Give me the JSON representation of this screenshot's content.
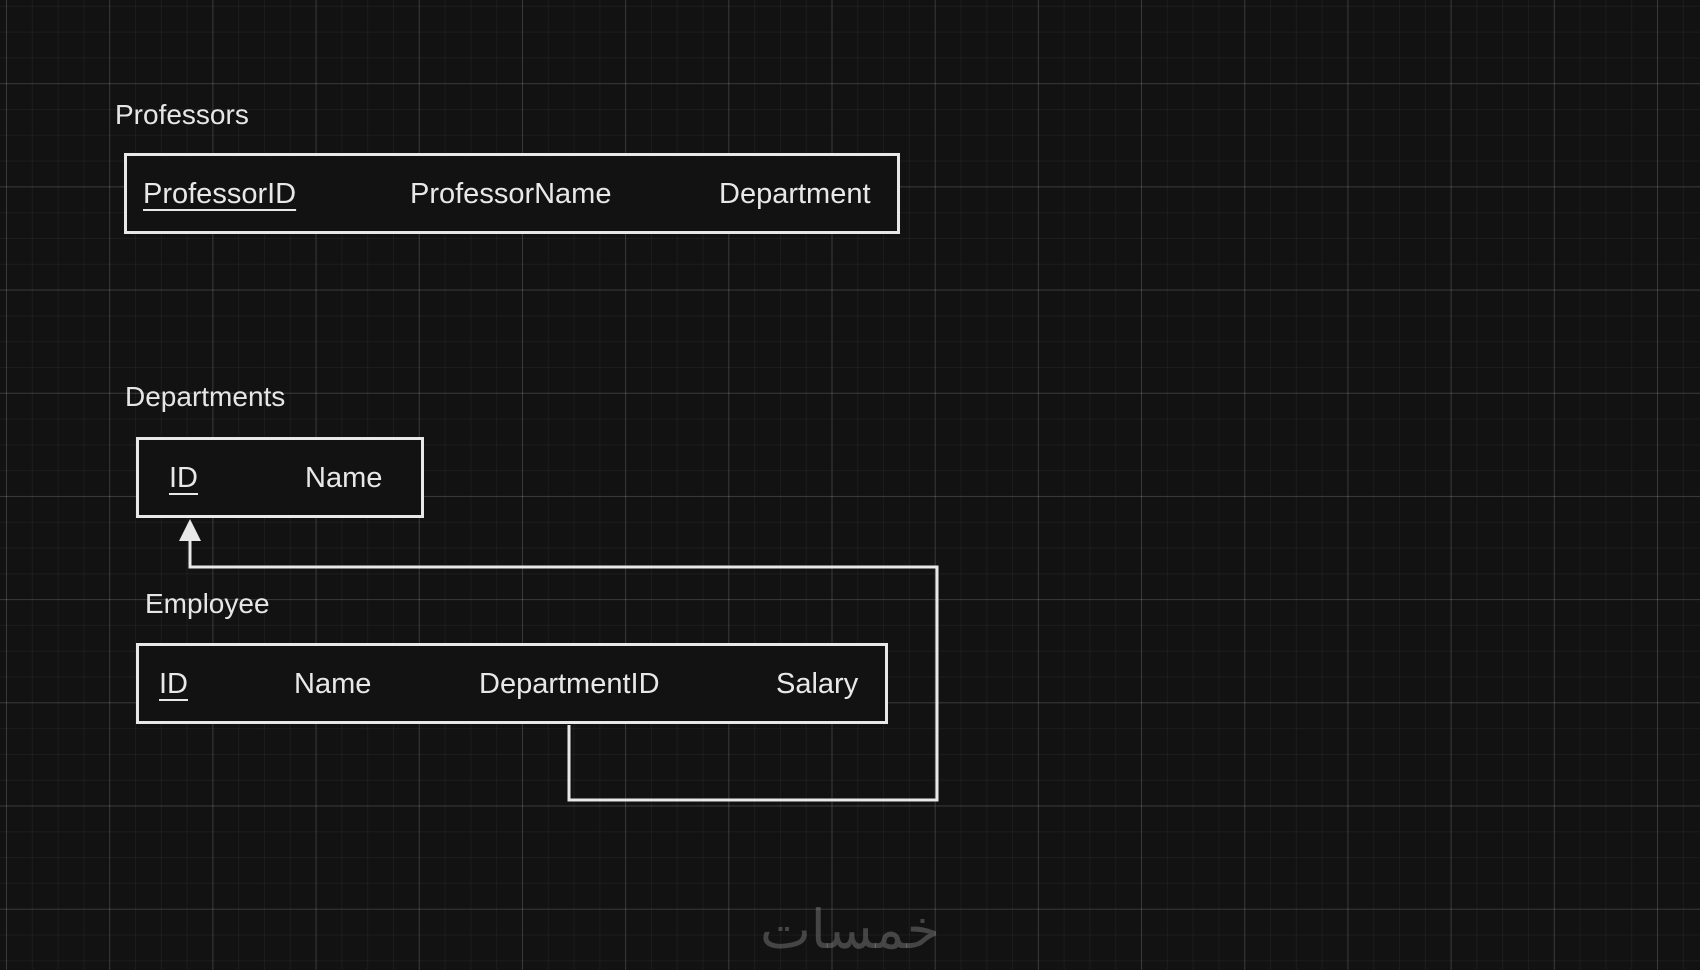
{
  "tables": {
    "professors": {
      "title": "Professors",
      "columns": [
        "ProfessorID",
        "ProfessorName",
        "Department"
      ],
      "primary_key": "ProfessorID"
    },
    "departments": {
      "title": "Departments",
      "columns": [
        "ID",
        "Name"
      ],
      "primary_key": "ID"
    },
    "employee": {
      "title": "Employee",
      "columns": [
        "ID",
        "Name",
        "DepartmentID",
        "Salary"
      ],
      "primary_key": "ID"
    }
  },
  "relationships": [
    {
      "from": "Employee.DepartmentID",
      "to": "Departments.ID",
      "arrow": "arrow-up"
    }
  ],
  "watermark": {
    "text": "خمسات"
  },
  "colors": {
    "background": "#121212",
    "line": "#e8e8e8",
    "text": "#e8e8e8"
  }
}
